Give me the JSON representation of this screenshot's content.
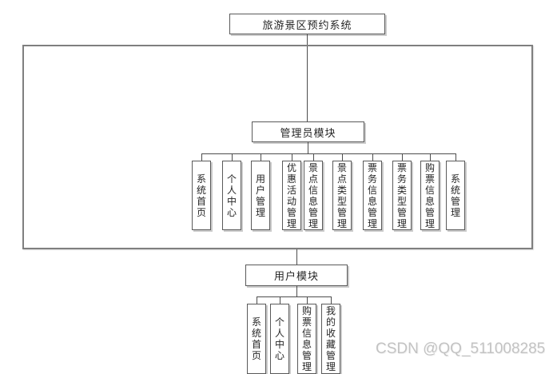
{
  "root": {
    "label": "旅游景区预约系统"
  },
  "admin_module": {
    "label": "管理员模块",
    "children": [
      "系统首页",
      "个人中心",
      "用户管理",
      "优惠活动管理",
      "景点信息管理",
      "景点类型管理",
      "票务信息管理",
      "票务类型管理",
      "购票信息管理",
      "系统管理"
    ]
  },
  "user_module": {
    "label": "用户模块",
    "children": [
      "系统首页",
      "个人中心",
      "购票信息管理",
      "我的收藏管理"
    ]
  },
  "watermark": "CSDN @QQ_511008285",
  "colors": {
    "line": "#4d4d4d",
    "node_border": "#5a5a5a",
    "outer_border": "#7f7f7f",
    "watermark": "#c3c3c3",
    "background": "#ffffff",
    "text": "#262626"
  }
}
